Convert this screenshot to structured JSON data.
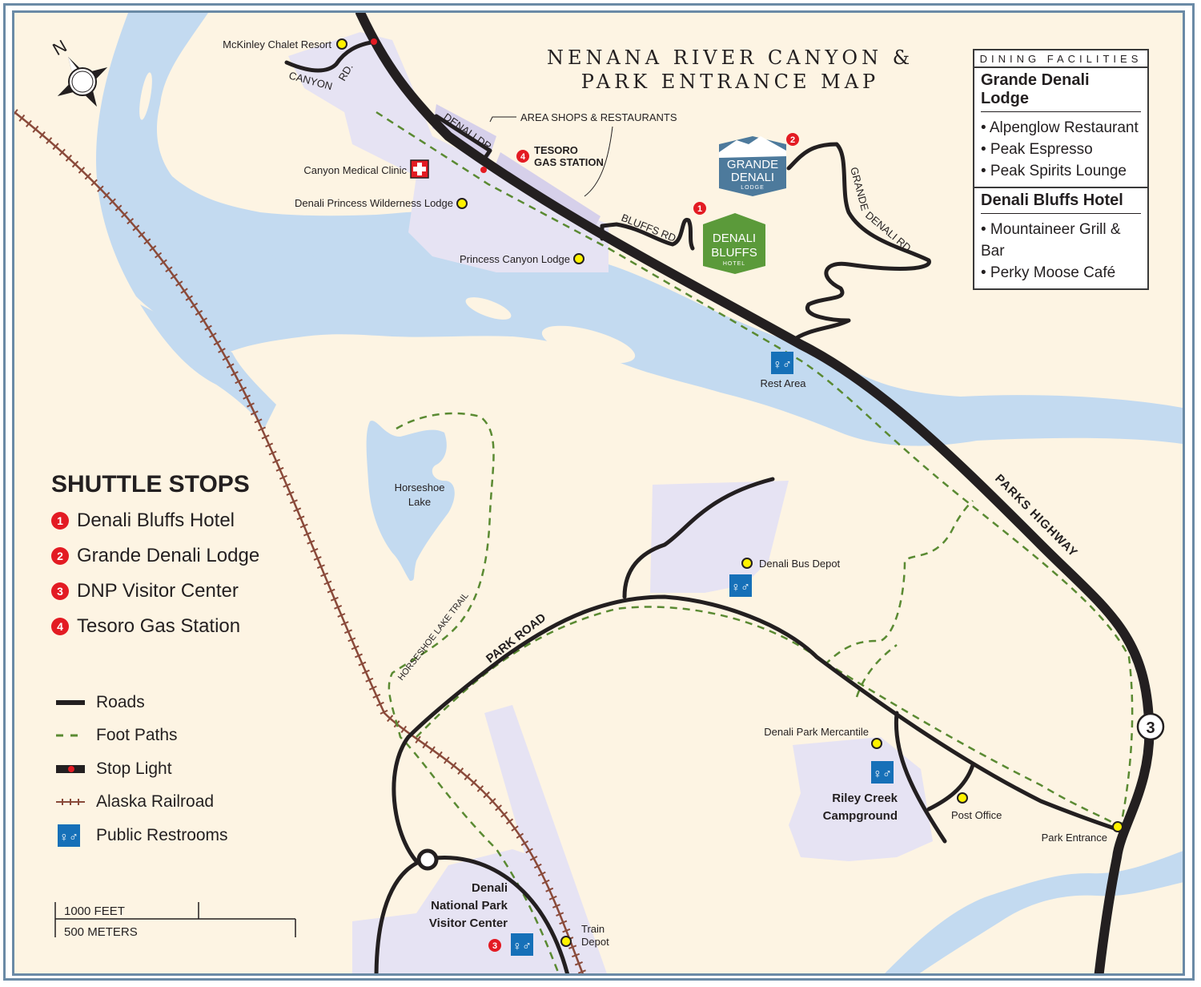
{
  "title": {
    "line1": "NENANA RIVER CANYON &",
    "line2": "PARK ENTRANCE MAP"
  },
  "compass": {
    "label": "N",
    "icon": "compass-rose-icon"
  },
  "dining": {
    "header": "DINING FACILITIES",
    "sections": [
      {
        "name": "Grande Denali Lodge",
        "items": [
          "• Alpenglow Restaurant",
          "• Peak Espresso",
          "• Peak Spirits Lounge"
        ]
      },
      {
        "name": "Denali Bluffs Hotel",
        "items": [
          "• Mountaineer Grill & Bar",
          "• Perky Moose Café"
        ]
      }
    ]
  },
  "shuttle_stops": {
    "heading": "SHUTTLE STOPS",
    "stops": [
      {
        "num": "1",
        "label": "Denali Bluffs Hotel"
      },
      {
        "num": "2",
        "label": "Grande Denali Lodge"
      },
      {
        "num": "3",
        "label": "DNP Visitor Center"
      },
      {
        "num": "4",
        "label": "Tesoro Gas Station"
      }
    ]
  },
  "key": {
    "items": [
      {
        "symbol": "road-line",
        "label": "Roads"
      },
      {
        "symbol": "foot-path-dashes",
        "label": "Foot Paths"
      },
      {
        "symbol": "stop-light",
        "label": "Stop Light"
      },
      {
        "symbol": "railroad-track",
        "label": "Alaska Railroad"
      },
      {
        "symbol": "restroom-icon",
        "label": "Public Restrooms"
      }
    ]
  },
  "scale": {
    "feet": "1000 FEET",
    "meters": "500 METERS"
  },
  "roads": {
    "canyon_rd": "CANYON",
    "canyon_rd_2": "RD.",
    "denali_dr": "DENALI DR.",
    "bluffs_rd": "BLUFFS RD.",
    "grande_denali_rd_1": "GRANDE",
    "grande_denali_rd_2": "DENALI RD.",
    "park_road": "PARK ROAD",
    "parks_highway": "PARKS HIGHWAY",
    "horseshoe_trail": "HORSESHOE LAKE TRAIL",
    "highway_shield": "3"
  },
  "places": {
    "mckinley_chalet": "McKinley Chalet Resort",
    "area_shops": "AREA SHOPS & RESTAURANTS",
    "tesoro_1": "TESORO",
    "tesoro_2": "GAS STATION",
    "tesoro_stop": "4",
    "medical_clinic": "Canyon Medical Clinic",
    "princess_wilderness": "Denali Princess Wilderness Lodge",
    "princess_canyon": "Princess Canyon Lodge",
    "rest_area": "Rest Area",
    "horseshoe_1": "Horseshoe",
    "horseshoe_2": "Lake",
    "bus_depot": "Denali Bus Depot",
    "mercantile": "Denali Park Mercantile",
    "riley_1": "Riley Creek",
    "riley_2": "Campground",
    "post_office": "Post Office",
    "park_entrance": "Park Entrance",
    "visitor_1": "Denali",
    "visitor_2": "National Park",
    "visitor_3": "Visitor Center",
    "visitor_stop": "3",
    "train_1": "Train",
    "train_2": "Depot"
  },
  "logos": {
    "grande_denali": {
      "line1": "GRANDE",
      "line2": "DENALI",
      "line3": "LODGE",
      "stop": "2",
      "color": "#4d7a9c"
    },
    "denali_bluffs": {
      "line1": "DENALI",
      "line2": "BLUFFS",
      "line3": "HOTEL",
      "stop": "1",
      "color": "#5b9a3a"
    }
  },
  "colors": {
    "land": "#fdf4e3",
    "water": "#c3daf0",
    "developed": "#e6e3f3",
    "road": "#231f20",
    "foot_path": "#5a8a32",
    "railroad": "#8a4a3a",
    "stop_red": "#e31b23",
    "poi_yellow": "#fff200",
    "restroom_blue": "#1670b8",
    "frame": "#6a8aa6"
  }
}
